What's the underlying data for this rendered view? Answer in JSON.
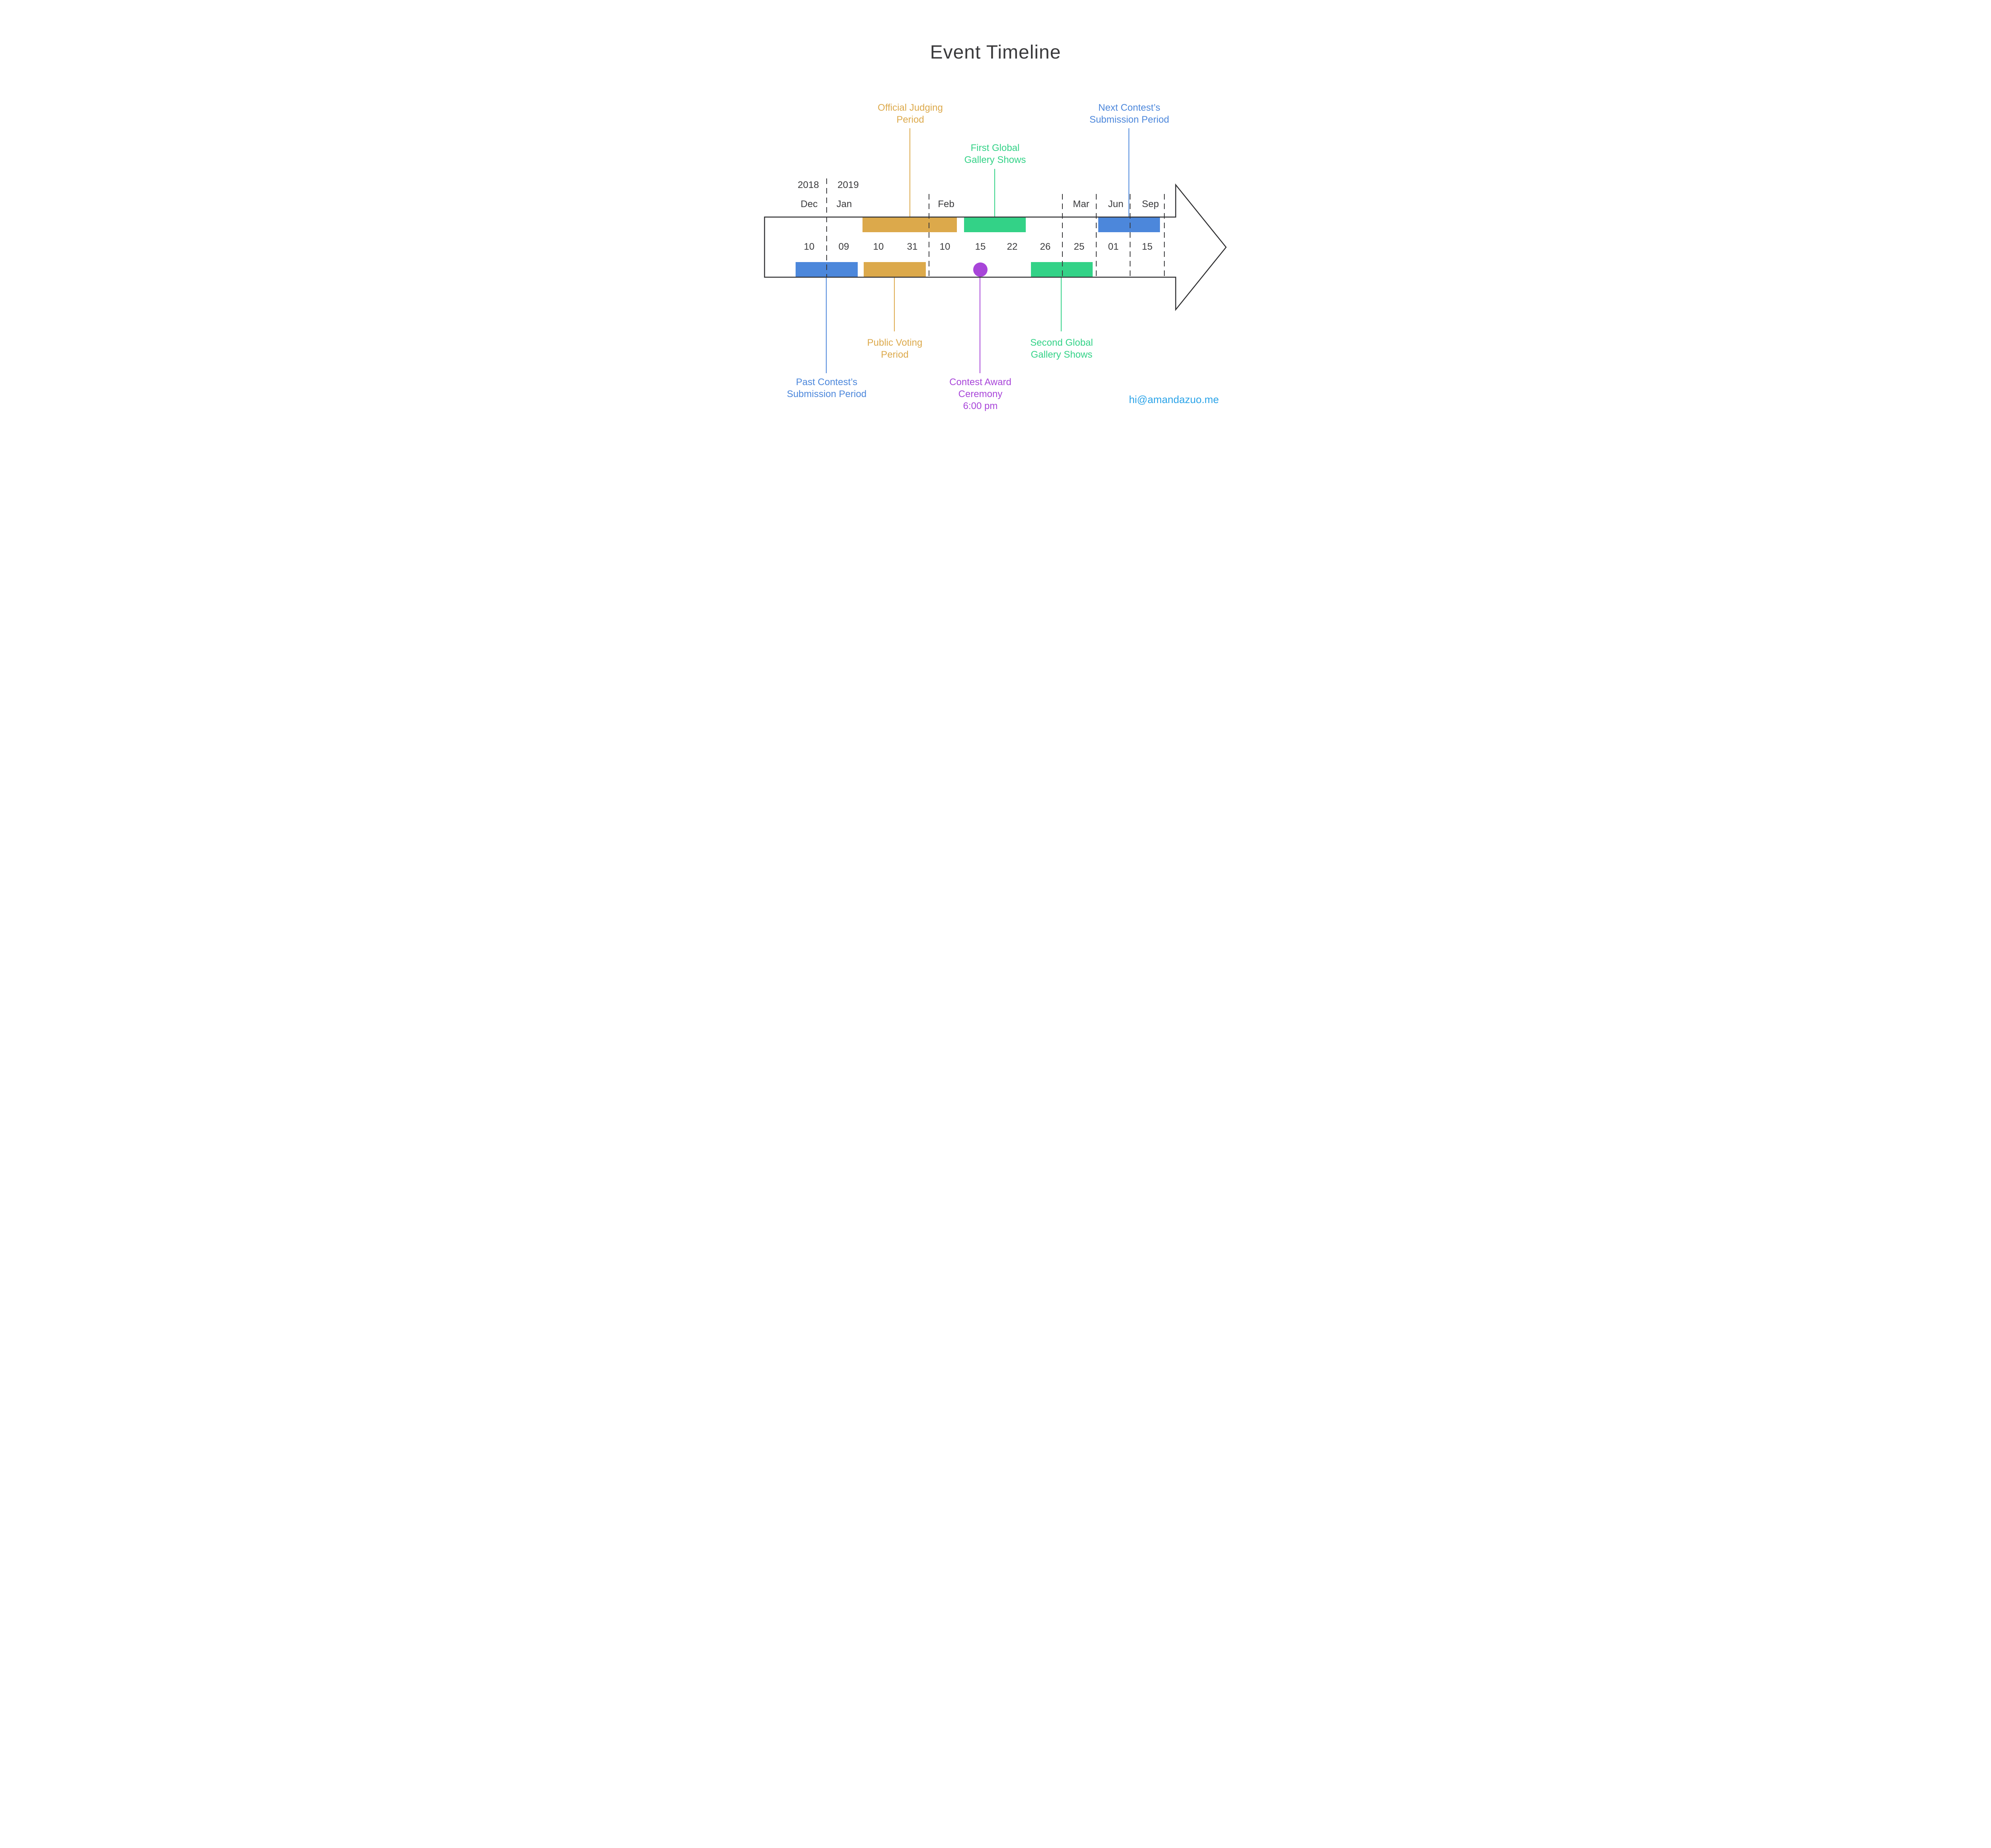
{
  "title": "Event Timeline",
  "contact_email": "hi@amandazuo.me",
  "colors": {
    "blue": "#4C87DB",
    "gold": "#DCA94B",
    "green": "#33D287",
    "purple": "#A845D9",
    "email_blue": "#2AA3E8",
    "ink": "#3A3A3C",
    "arrow_outline": "#2F2F31"
  },
  "timeline": {
    "years": [
      {
        "label": "2018"
      },
      {
        "label": "2019"
      }
    ],
    "months": [
      {
        "label": "Dec"
      },
      {
        "label": "Jan"
      },
      {
        "label": "Feb"
      },
      {
        "label": "Mar"
      },
      {
        "label": "Jun"
      },
      {
        "label": "Sep"
      }
    ],
    "dates": [
      "10",
      "09",
      "10",
      "31",
      "10",
      "15",
      "22",
      "26",
      "25",
      "01",
      "15"
    ]
  },
  "events": [
    {
      "id": "official-judging",
      "label": "Official Judging\nPeriod",
      "color": "gold",
      "row": "top",
      "span": [
        "Jan 10",
        "Feb 10"
      ]
    },
    {
      "id": "first-gallery",
      "label": "First Global\nGallery Shows",
      "color": "green",
      "row": "top",
      "span": [
        "Feb 15",
        "Feb 22"
      ]
    },
    {
      "id": "next-submission",
      "label": "Next Contest’s\nSubmission Period",
      "color": "blue",
      "row": "top",
      "span": [
        "Jun 01",
        "Sep 15"
      ]
    },
    {
      "id": "past-submission",
      "label": "Past Contest’s\nSubmission Period",
      "color": "blue",
      "row": "bottom",
      "span": [
        "Dec 10",
        "Jan 09"
      ]
    },
    {
      "id": "public-voting",
      "label": "Public Voting\nPeriod",
      "color": "gold",
      "row": "bottom",
      "span": [
        "Jan 10",
        "Jan 31"
      ]
    },
    {
      "id": "award-ceremony",
      "label": "Contest Award\nCeremony\n6:00 pm",
      "color": "purple",
      "row": "bottom",
      "span": [
        "Feb 15"
      ]
    },
    {
      "id": "second-gallery",
      "label": "Second Global\nGallery Shows",
      "color": "green",
      "row": "bottom",
      "span": [
        "Feb 26",
        "Mar 25"
      ]
    }
  ]
}
